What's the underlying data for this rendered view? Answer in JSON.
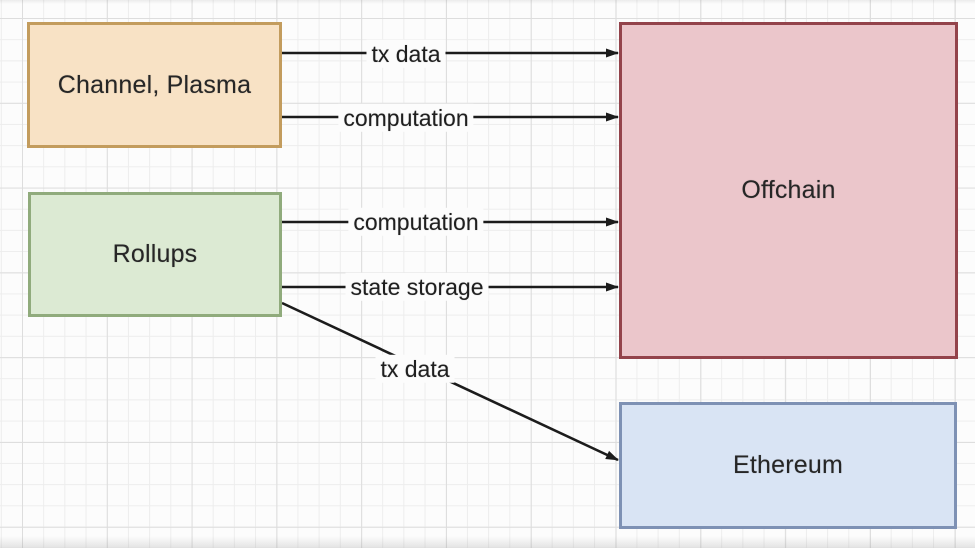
{
  "diagram": {
    "canvas": {
      "background": "#fcfcfc",
      "grid_minor": "#ededed",
      "grid_major": "#dddddd"
    },
    "edge_color": "#1c1c1c",
    "nodes": [
      {
        "id": "channel-plasma",
        "label": "Channel, Plasma",
        "fill": "#f8e2c5",
        "stroke": "#c39c5d"
      },
      {
        "id": "rollups",
        "label": "Rollups",
        "fill": "#dcead3",
        "stroke": "#90ab7c"
      },
      {
        "id": "offchain",
        "label": "Offchain",
        "fill": "#ebc6cb",
        "stroke": "#93434b"
      },
      {
        "id": "ethereum",
        "label": "Ethereum",
        "fill": "#d9e4f4",
        "stroke": "#7e91b4"
      }
    ],
    "edges": [
      {
        "from": "channel-plasma",
        "to": "offchain",
        "label": "tx data"
      },
      {
        "from": "channel-plasma",
        "to": "offchain",
        "label": "computation"
      },
      {
        "from": "rollups",
        "to": "offchain",
        "label": "computation"
      },
      {
        "from": "rollups",
        "to": "offchain",
        "label": "state storage"
      },
      {
        "from": "rollups",
        "to": "ethereum",
        "label": "tx data"
      }
    ]
  }
}
